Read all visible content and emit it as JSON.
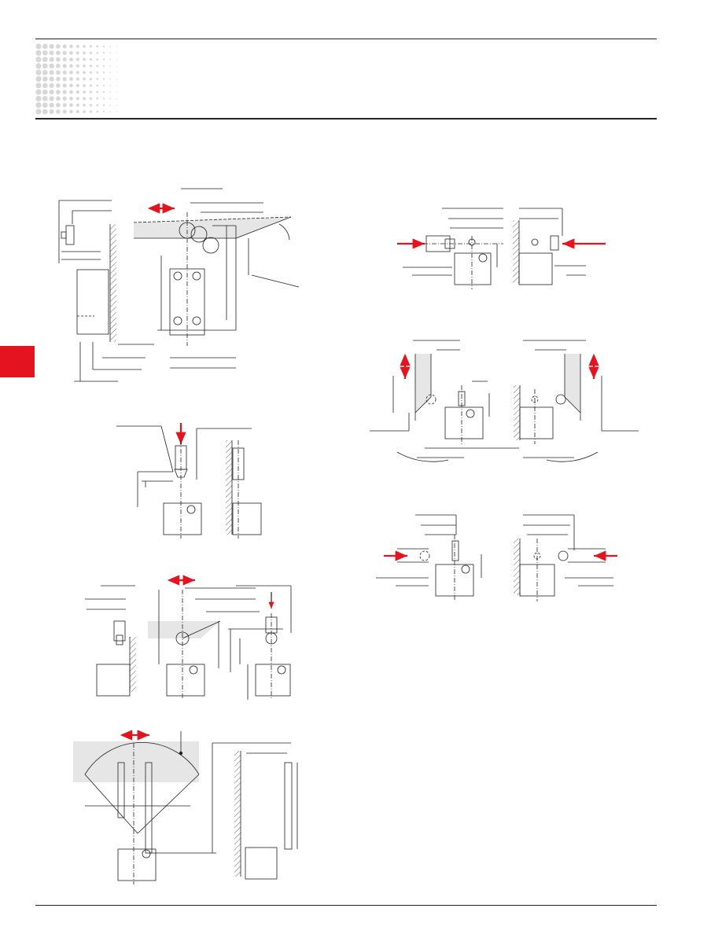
{
  "header": {
    "pattern": "dot-grid-pattern",
    "tab_color": "#e3141f"
  },
  "colors": {
    "accent": "#e3141f",
    "line": "#222222",
    "shade": "#e6e6e6"
  },
  "drawings": [
    {
      "name": "roller-cam-figure",
      "arrow": "double-horizontal"
    },
    {
      "name": "plunger-press-figure",
      "arrow": "down"
    },
    {
      "name": "roller-lever-figure",
      "arrow": "double-horizontal"
    },
    {
      "name": "rod-lever-figure",
      "arrow": "double-horizontal"
    },
    {
      "name": "side-plunger-figure",
      "arrow": "horizontal-inward"
    },
    {
      "name": "angled-cam-figure",
      "arrow": "double-vertical"
    },
    {
      "name": "side-roller-figure",
      "arrow": "horizontal-inward"
    }
  ]
}
